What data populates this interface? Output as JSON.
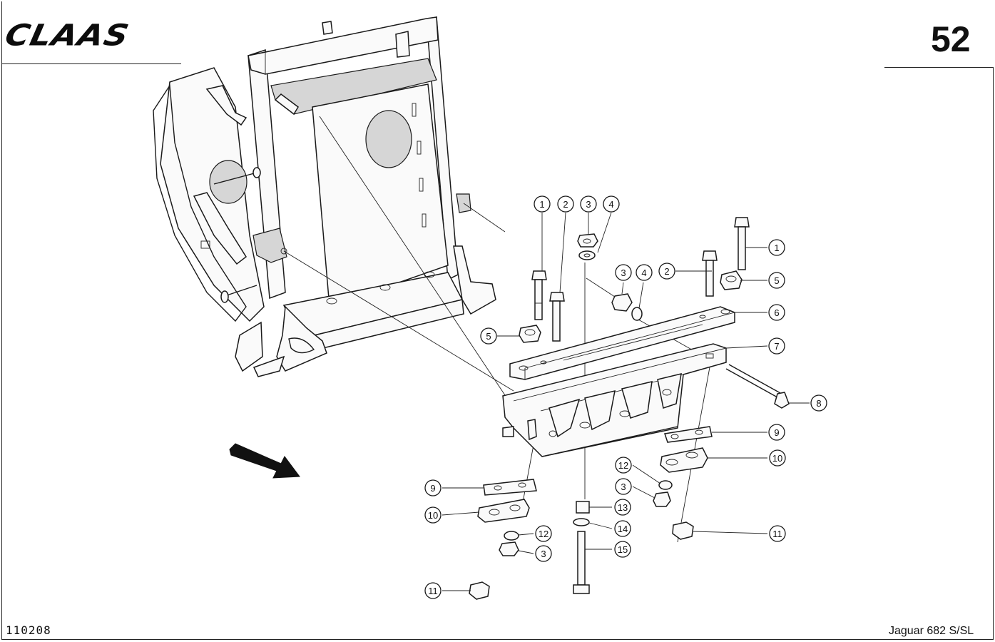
{
  "header": {
    "brand": "CLAAS",
    "page_number": "52"
  },
  "footer": {
    "drawing_number": "110208",
    "model": "Jaguar 682 S/SL"
  },
  "callouts": [
    {
      "label": "1"
    },
    {
      "label": "2"
    },
    {
      "label": "3"
    },
    {
      "label": "4"
    },
    {
      "label": "3"
    },
    {
      "label": "4"
    },
    {
      "label": "2"
    },
    {
      "label": "1"
    },
    {
      "label": "5"
    },
    {
      "label": "5"
    },
    {
      "label": "6"
    },
    {
      "label": "7"
    },
    {
      "label": "8"
    },
    {
      "label": "9"
    },
    {
      "label": "10"
    },
    {
      "label": "12"
    },
    {
      "label": "3"
    },
    {
      "label": "13"
    },
    {
      "label": "14"
    },
    {
      "label": "15"
    },
    {
      "label": "11"
    },
    {
      "label": "9"
    },
    {
      "label": "10"
    },
    {
      "label": "12"
    },
    {
      "label": "3"
    },
    {
      "label": "11"
    }
  ]
}
